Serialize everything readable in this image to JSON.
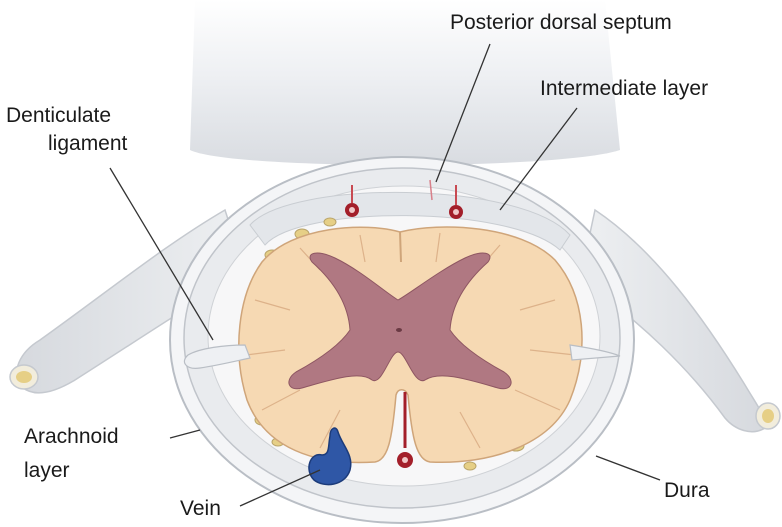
{
  "labels": {
    "posterior_dorsal_septum": "Posterior dorsal septum",
    "intermediate_layer": "Intermediate layer",
    "denticulate_ligament_line1": "Denticulate",
    "denticulate_ligament_line2": "ligament",
    "arachnoid_layer_line1": "Arachnoid",
    "arachnoid_layer_line2": "layer",
    "vein": "Vein",
    "dura": "Dura"
  },
  "colors": {
    "white_matter": "#f6d9b3",
    "gray_matter": "#b07882",
    "membrane": "#e6e8ec",
    "vein": "#2f57a6",
    "vessel": "#a31f2a",
    "nerve_root_end": "#e6cf86"
  }
}
